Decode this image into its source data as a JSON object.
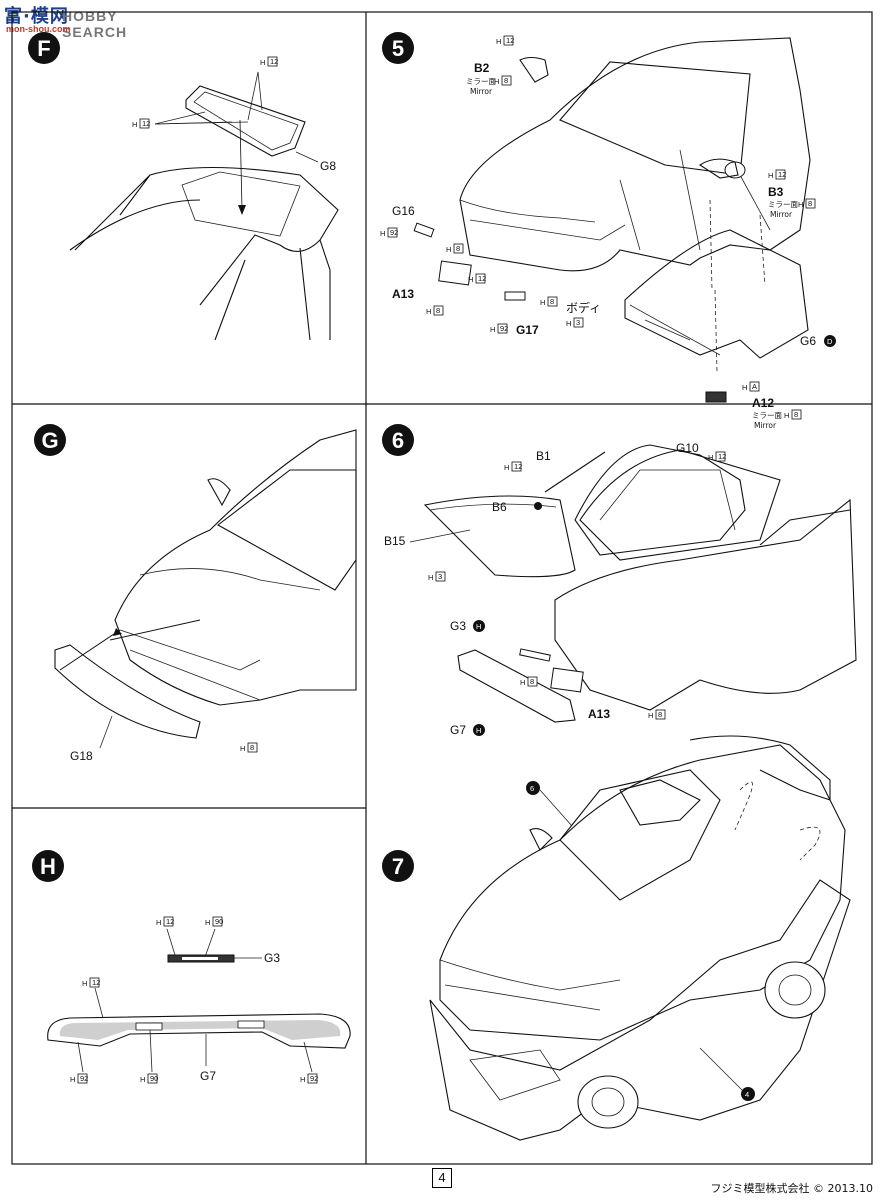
{
  "watermark": {
    "brand_cn": "富·模网",
    "brand_en": "HOBBY SEARCH",
    "url": "mon-shou.com"
  },
  "steps": {
    "f": "F",
    "s5": "5",
    "g": "G",
    "s6": "6",
    "h": "H",
    "s7": "7",
    "c6": "6",
    "c4": "4"
  },
  "parts": {
    "g8": "G8",
    "b2": "B2",
    "b3": "B3",
    "g16": "G16",
    "a13": "A13",
    "g17": "G17",
    "body_jp": "ボディ",
    "g6": "G6",
    "g6_ref": "D",
    "a12": "A12",
    "b1": "B1",
    "g10": "G10",
    "b6": "B6",
    "b15": "B15",
    "g3": "G3",
    "g3_ref": "H",
    "g7": "G7",
    "g7_ref": "H",
    "g18": "G18"
  },
  "colors": {
    "h12": "12",
    "h8": "8",
    "h92": "92",
    "h3": "3",
    "hA": "A",
    "h90": "90"
  },
  "mirror": {
    "jp": "ミラー面",
    "en": "Mirror"
  },
  "footer": {
    "page": "4",
    "copyright": "フジミ模型株式会社 © 2013.10"
  }
}
